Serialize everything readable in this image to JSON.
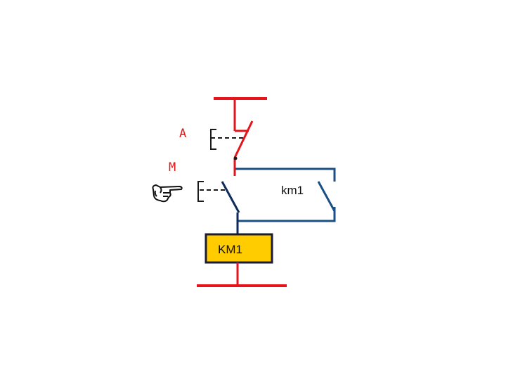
{
  "labels": {
    "stop_button": "A",
    "start_button": "M",
    "holding_contact": "km1",
    "coil": "KM1"
  },
  "icons": {
    "pointer": "pointing-hand-icon"
  },
  "colors": {
    "power_rail": "#e8141c",
    "control_wire": "#0d2a5c",
    "holding_wire": "#1a4f85",
    "coil_fill": "#ffcc00",
    "coil_border": "#1b1b3a",
    "label_red": "#e01818",
    "label_dark": "#111111"
  }
}
